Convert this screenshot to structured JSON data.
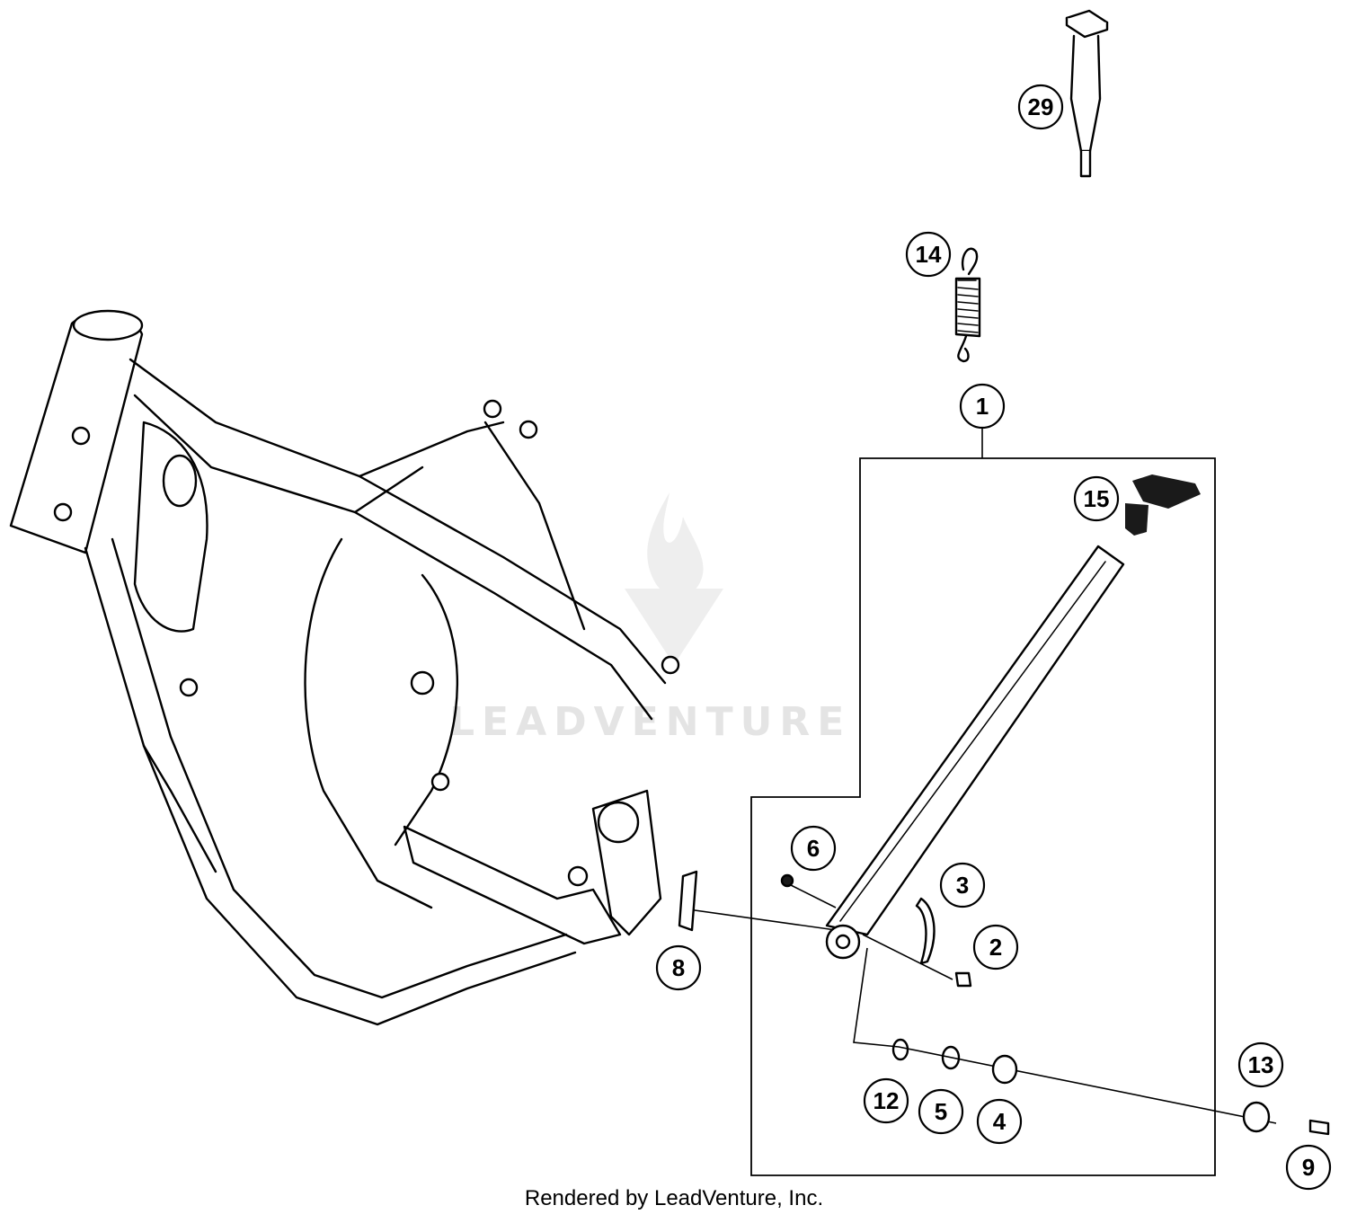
{
  "diagram": {
    "callouts": [
      "29",
      "14",
      "1",
      "15",
      "6",
      "3",
      "2",
      "8",
      "12",
      "5",
      "4",
      "13",
      "9"
    ],
    "watermark_text": "LEADVENTURE"
  },
  "footer": {
    "text": "Rendered by LeadVenture, Inc."
  },
  "colors": {
    "line": "#000000",
    "background": "#ffffff",
    "watermark": "#e4e4e4"
  }
}
